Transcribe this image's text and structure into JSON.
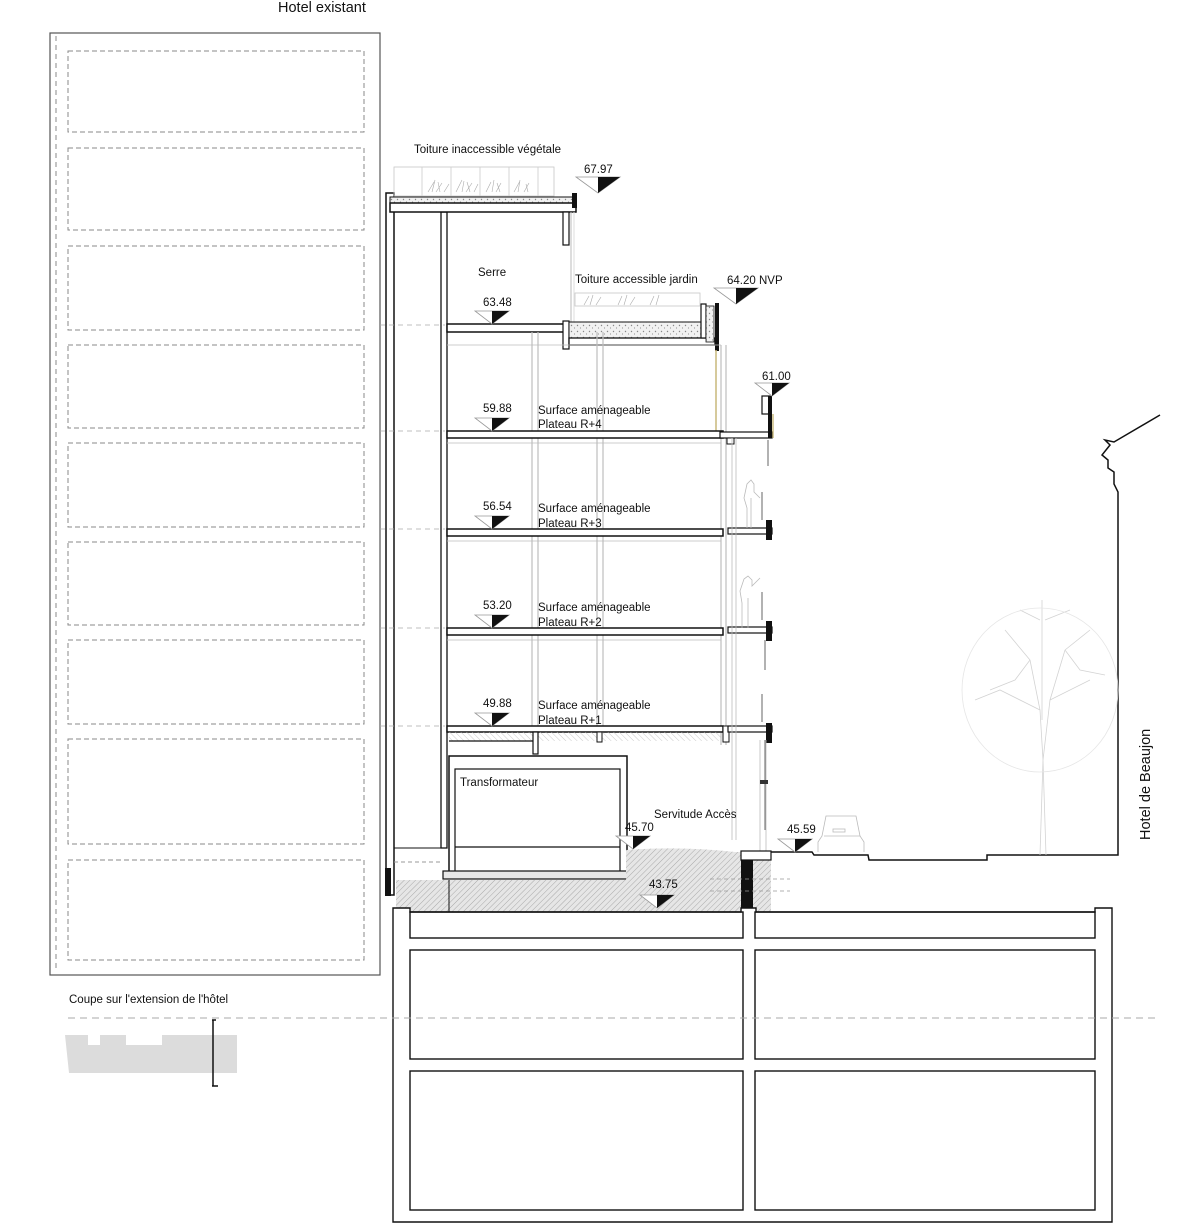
{
  "title": "Hotel existant",
  "section_caption": "Coupe sur l'extension de l'hôtel",
  "neighbour_label": "Hotel de Beaujon",
  "roofs": {
    "green_roof": "Toiture inaccessible végétale",
    "garden_roof": "Toiture accessible jardin",
    "greenhouse": "Serre"
  },
  "levels": [
    {
      "id": "roof-top",
      "elevation": "67.97"
    },
    {
      "id": "garden-roof",
      "elevation": "64.20 NVP"
    },
    {
      "id": "greenhouse-floor",
      "elevation": "63.48"
    },
    {
      "id": "parapet",
      "elevation": "61.00"
    },
    {
      "id": "r4",
      "elevation": "59.88",
      "use": "Surface aménageable",
      "plateau": "Plateau R+4"
    },
    {
      "id": "r3",
      "elevation": "56.54",
      "use": "Surface aménageable",
      "plateau": "Plateau R+3"
    },
    {
      "id": "r2",
      "elevation": "53.20",
      "use": "Surface aménageable",
      "plateau": "Plateau R+2"
    },
    {
      "id": "r1",
      "elevation": "49.88",
      "use": "Surface aménageable",
      "plateau": "Plateau R+1"
    },
    {
      "id": "access",
      "elevation": "45.70"
    },
    {
      "id": "street",
      "elevation": "45.59"
    },
    {
      "id": "foundation",
      "elevation": "43.75"
    }
  ],
  "ground_floor": {
    "room": "Transformateur",
    "access": "Servitude Accès"
  },
  "colors": {
    "line": "#111111",
    "dashed": "#8a8a8a",
    "light": "#bdbdbd",
    "hatch": "#cfcfcf",
    "keyplan": "#dcdcdc"
  }
}
